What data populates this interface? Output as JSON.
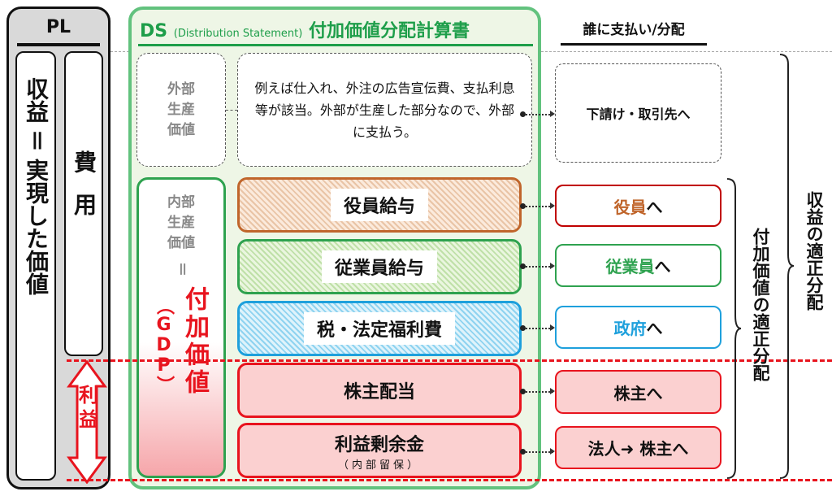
{
  "pl": {
    "title": "PL",
    "revenue": "収益＝実現した価値",
    "revenue_parts": [
      "収益",
      "＝",
      "実現した価値"
    ],
    "expense": "費用",
    "profit": "利益"
  },
  "ds": {
    "title_abbr": "DS",
    "title_en": "(Distribution Statement)",
    "title_jp": "付加価値分配計算書",
    "external_label": "外部生産価値",
    "external_desc": "例えば仕入れ、外注の広告宣伝費、支払利息等が該当。外部が生産した部分なので、外部に支払う。",
    "internal_label": "内部生産価値",
    "internal_eq": "＝",
    "value_added": "付加価値",
    "gdp": "（GDP）",
    "rows": [
      {
        "label": "役員給与"
      },
      {
        "label": "従業員給与"
      },
      {
        "label": "税・法定福利費"
      },
      {
        "label": "株主配当"
      },
      {
        "label": "利益剰余金",
        "sub": "（内部留保）"
      }
    ]
  },
  "recipients": {
    "header": "誰に支払い/分配",
    "external": "下請け・取引先へ",
    "items": [
      {
        "hl": "役員",
        "rest": "へ"
      },
      {
        "hl": "従業員",
        "rest": "へ"
      },
      {
        "hl": "政府",
        "rest": "へ"
      },
      {
        "hl": "",
        "rest": "株主へ"
      },
      {
        "hl": "",
        "rest": "法人➜ 株主へ"
      }
    ]
  },
  "braces": {
    "value_added_distribution": "付加価値の適正分配",
    "revenue_distribution": "収益の適正分配"
  },
  "colors": {
    "orange": "#c0652b",
    "green": "#2ea24f",
    "blue": "#1ea0dc",
    "red": "#e8141e"
  }
}
